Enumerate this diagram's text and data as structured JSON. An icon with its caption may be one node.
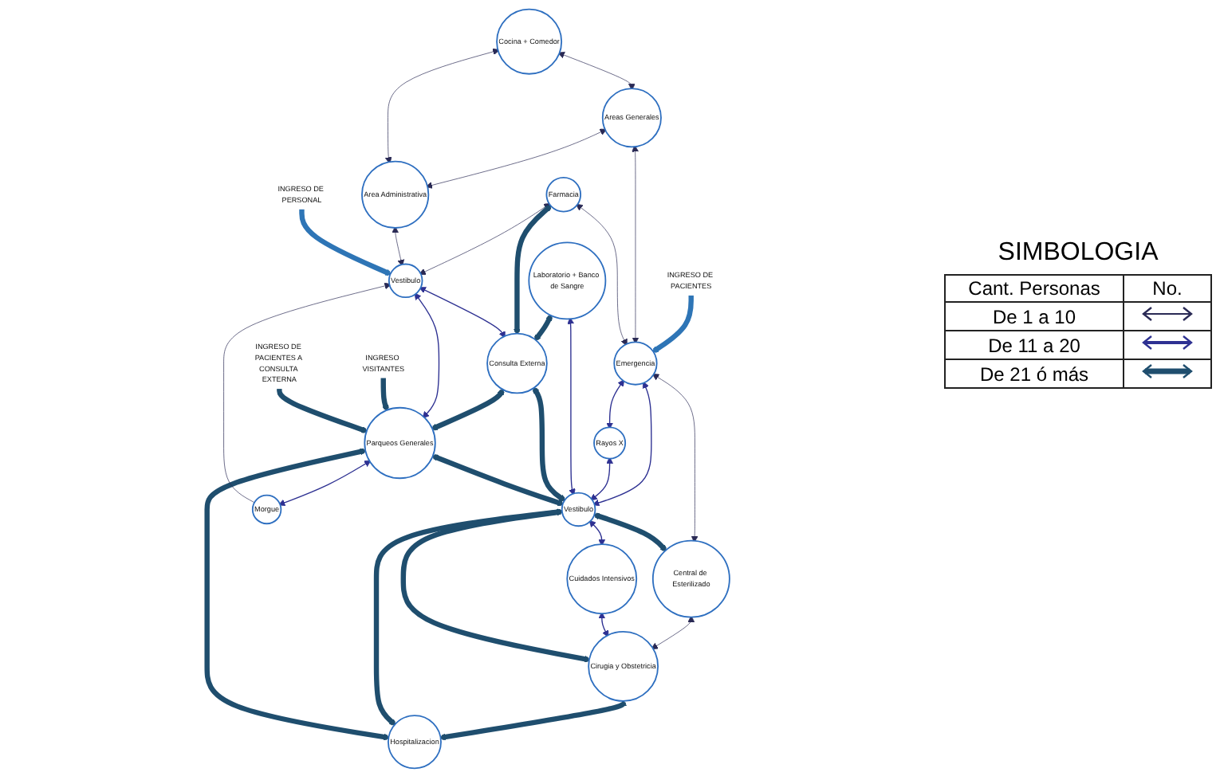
{
  "diagram": {
    "nodes": [
      {
        "text": [
          "Central de Esterilizado"
        ]
      },
      {
        "text": [
          "Emergencia"
        ]
      },
      {
        "text": [
          "Rayos X"
        ]
      },
      {
        "text": [
          "Areas Generales"
        ]
      },
      {
        "text": [
          "Cuidados Intensivos"
        ]
      },
      {
        "text": [
          "Laboratorio + Banco de Sangre"
        ]
      },
      {
        "text": [
          "Cirugia y Obstetricia"
        ]
      },
      {
        "text": [
          "Cocina + Comedor"
        ]
      },
      {
        "text": [
          "Farmacia"
        ]
      },
      {
        "text": [
          "Vestibulo"
        ]
      },
      {
        "text": [
          "Area Administrativa"
        ]
      },
      {
        "text": [
          "Consulta Externa"
        ]
      },
      {
        "text": [
          "Hospitalizacion"
        ]
      },
      {
        "text": [
          "Vestibulo"
        ]
      },
      {
        "text": [
          "Parqueos Generales"
        ]
      },
      {
        "text": [
          "Morgue"
        ]
      },
      {
        "text": [
          "INGRESO DE PACIENTES"
        ]
      },
      {
        "text": [
          "INGRESO DE PERSONAL"
        ]
      },
      {
        "text": [
          "INGRESO VISITANTES"
        ]
      },
      {
        "text": [
          "INGRESO DE PACIENTES A CONSULTA EXTERNA"
        ]
      }
    ],
    "edges": [
      {
        "from": 16,
        "to": 1,
        "arrow": "to",
        "style": "thick",
        "color": "#2e75b6"
      },
      {
        "from": 1,
        "to": 0,
        "arrow": "both"
      },
      {
        "from": 3,
        "to": 1,
        "arrow": "both"
      },
      {
        "from": 8,
        "to": 1,
        "arrow": "both"
      },
      {
        "from": 1,
        "to": 2,
        "arrow": "both",
        "color": "#2e3192"
      },
      {
        "from": 1,
        "to": 9,
        "arrow": "both",
        "color": "#2e3192"
      },
      {
        "from": 0,
        "to": 6,
        "arrow": "both"
      },
      {
        "from": 9,
        "to": 0,
        "arrow": "both",
        "style": "thick",
        "color": "#1f4e6e"
      },
      {
        "from": 2,
        "to": 9,
        "arrow": "both",
        "color": "#2e3192"
      },
      {
        "from": 7,
        "to": 3,
        "arrow": "both"
      },
      {
        "from": 3,
        "to": 10,
        "arrow": "both"
      },
      {
        "from": 9,
        "to": 4,
        "arrow": "both",
        "color": "#2e3192"
      },
      {
        "from": 4,
        "to": 6,
        "arrow": "both",
        "color": "#2e3192"
      },
      {
        "from": 5,
        "to": 9,
        "arrow": "both",
        "color": "#2e3192"
      },
      {
        "from": 5,
        "to": 11,
        "arrow": "both",
        "style": "thick",
        "color": "#1f4e6e"
      },
      {
        "from": 9,
        "to": 6,
        "arrow": "both",
        "style": "thick",
        "color": "#1f4e6e"
      },
      {
        "from": 6,
        "to": 12,
        "arrow": "both",
        "style": "thick",
        "color": "#1f4e6e"
      },
      {
        "from": 7,
        "to": 10,
        "arrow": "both"
      },
      {
        "from": 8,
        "to": 13,
        "arrow": "both"
      },
      {
        "from": 8,
        "to": 11,
        "arrow": "both",
        "style": "thick",
        "color": "#1f4e6e"
      },
      {
        "from": 11,
        "to": 9,
        "arrow": "both",
        "style": "thick",
        "color": "#1f4e6e"
      },
      {
        "from": 9,
        "to": 12,
        "arrow": "both",
        "style": "thick",
        "color": "#1f4e6e"
      },
      {
        "from": 10,
        "to": 13,
        "arrow": "both"
      },
      {
        "from": 13,
        "to": 11,
        "arrow": "both",
        "color": "#2e3192"
      },
      {
        "from": 11,
        "to": 14,
        "arrow": "both",
        "style": "thick",
        "color": "#1f4e6e"
      },
      {
        "from": 14,
        "to": 9,
        "arrow": "both",
        "style": "thick",
        "color": "#1f4e6e"
      },
      {
        "from": 14,
        "to": 12,
        "arrow": "both",
        "style": "thick",
        "color": "#1f4e6e"
      },
      {
        "from": 13,
        "to": 14,
        "arrow": "both",
        "color": "#2e3192"
      },
      {
        "from": 15,
        "to": 13,
        "arrow": "to"
      },
      {
        "from": 14,
        "to": 15,
        "arrow": "both",
        "color": "#2e3192"
      },
      {
        "from": 17,
        "to": 13,
        "arrow": "to",
        "style": "thick",
        "color": "#2e75b6"
      },
      {
        "from": 18,
        "to": 14,
        "arrow": "to",
        "style": "thick",
        "color": "#1f4e6e"
      },
      {
        "from": 19,
        "to": 14,
        "arrow": "to",
        "style": "thick",
        "color": "#1f4e6e"
      }
    ],
    "labels": [
      "SIMBOLOGIA",
      "Cant. Personas",
      "No."
    ],
    "legend": [
      {
        "text": "De 1 a 10"
      },
      {
        "text": "De 11 a 20"
      },
      {
        "text": "De 21 ó más"
      }
    ]
  }
}
